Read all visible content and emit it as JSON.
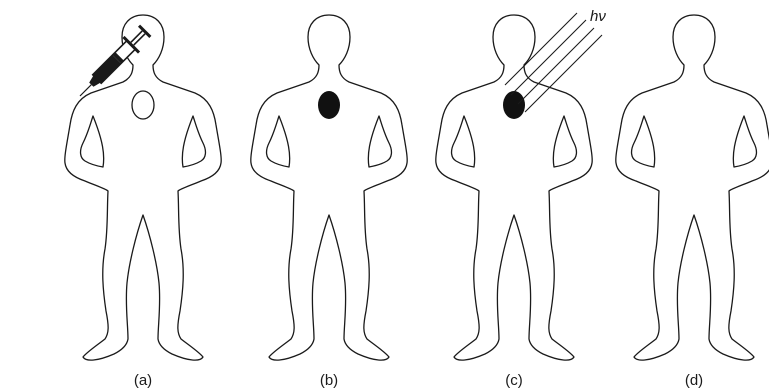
{
  "panels": [
    {
      "label": "(a)",
      "tumor_state": "outlined",
      "has_syringe": true,
      "has_light": false
    },
    {
      "label": "(b)",
      "tumor_state": "filled",
      "has_syringe": false,
      "has_light": false
    },
    {
      "label": "(c)",
      "tumor_state": "filled",
      "has_syringe": false,
      "has_light": true
    },
    {
      "label": "(d)",
      "tumor_state": "none",
      "has_syringe": false,
      "has_light": false
    }
  ],
  "light_label": "hν"
}
